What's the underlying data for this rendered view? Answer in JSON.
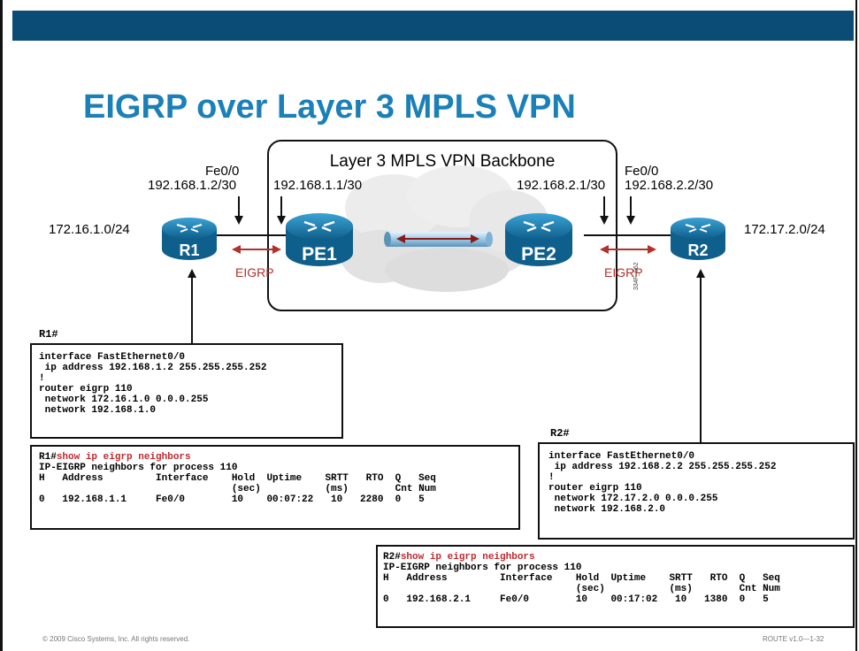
{
  "title": "EIGRP over Layer 3 MPLS VPN",
  "colors": {
    "header_bar": "#0a4c75",
    "title": "#1b80b8",
    "eigrp_arrow": "#b3302c",
    "command": "#c0282c",
    "router": "#1a77a8"
  },
  "backbone": {
    "label": "Layer 3 MPLS VPN Backbone"
  },
  "routers": {
    "r1": "R1",
    "pe1": "PE1",
    "pe2": "PE2",
    "r2": "R2"
  },
  "labels": {
    "r1_iface": "Fe0/0",
    "r1_ip": "192.168.1.2/30",
    "pe1_ip": "192.168.1.1/30",
    "pe2_ip": "192.168.2.1/30",
    "r2_iface": "Fe0/0",
    "r2_ip": "192.168.2.2/30",
    "r1_lan": "172.16.1.0/24",
    "r2_lan": "172.17.2.0/24",
    "eigrp_left": "EIGRP",
    "eigrp_right": "EIGRP",
    "figure_code": "334F_062"
  },
  "r1_config": {
    "prompt": "R1#",
    "lines": "interface FastEthernet0/0\n ip address 192.168.1.2 255.255.255.252\n!\nrouter eigrp 110\n network 172.16.1.0 0.0.0.255\n network 192.168.1.0"
  },
  "r1_neighbors": {
    "prompt": "R1#",
    "command": "show ip eigrp neighbors",
    "output": "IP-EIGRP neighbors for process 110\nH   Address         Interface    Hold  Uptime    SRTT   RTO  Q   Seq\n                                 (sec)           (ms)        Cnt Num\n0   192.168.1.1     Fe0/0        10    00:07:22   10   2280  0   5"
  },
  "r2_config": {
    "prompt": "R2#",
    "lines": "interface FastEthernet0/0\n ip address 192.168.2.2 255.255.255.252\n!\nrouter eigrp 110\n network 172.17.2.0 0.0.0.255\n network 192.168.2.0"
  },
  "r2_neighbors": {
    "prompt": "R2#",
    "command": "show ip eigrp neighbors",
    "output": "IP-EIGRP neighbors for process 110\nH   Address         Interface    Hold  Uptime    SRTT   RTO  Q   Seq\n                                 (sec)           (ms)        Cnt Num\n0   192.168.2.1     Fe0/0        10    00:17:02   10   1380  0   5"
  },
  "footer": {
    "copyright": "© 2009 Cisco Systems, Inc. All rights reserved.",
    "course": "ROUTE v1.0—1-32"
  }
}
